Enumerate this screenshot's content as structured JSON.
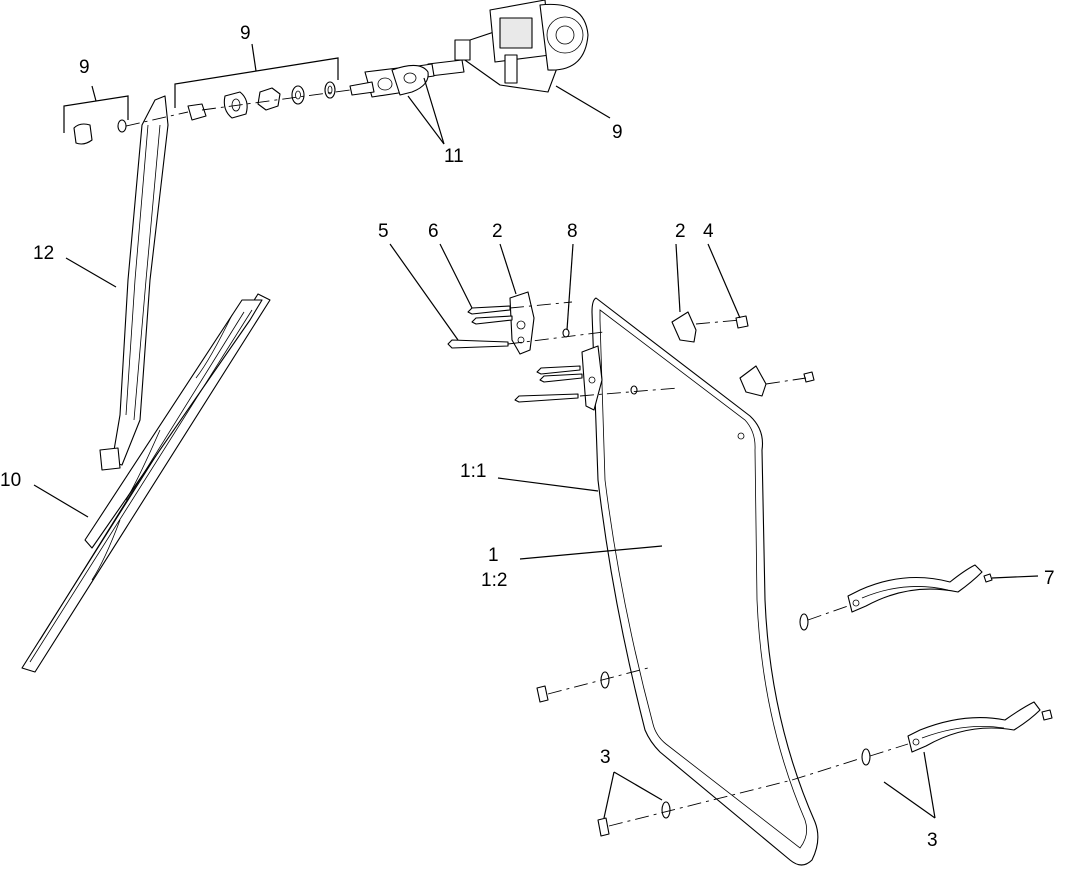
{
  "callouts": {
    "c9_left": "9",
    "c9_top": "9",
    "c9_motor": "9",
    "c11": "11",
    "c12": "12",
    "c10": "10",
    "c5": "5",
    "c6": "6",
    "c2_left": "2",
    "c8": "8",
    "c2_right": "2",
    "c4": "4",
    "c1_1": "1:1",
    "c1": "1",
    "c1_2": "1:2",
    "c7": "7",
    "c3_left": "3",
    "c3_right": "3"
  }
}
